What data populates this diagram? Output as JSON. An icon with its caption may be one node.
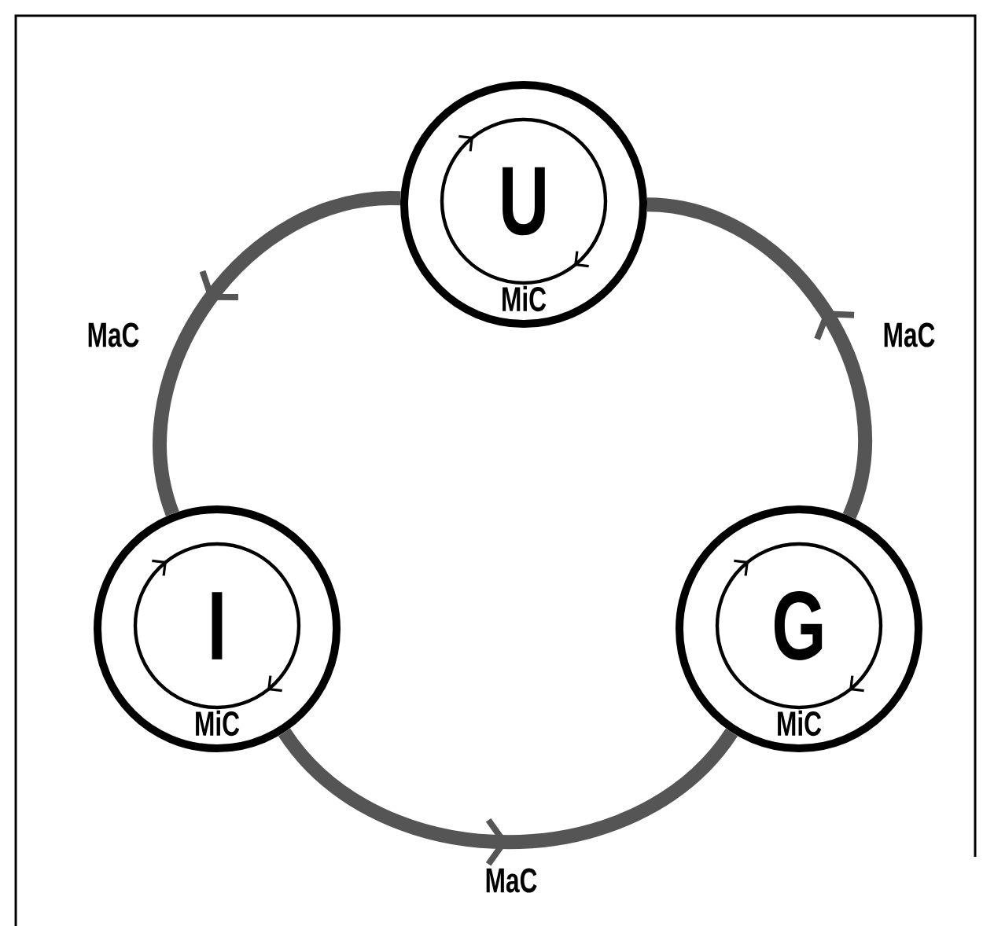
{
  "diagram": {
    "nodes": [
      {
        "text": [
          "MiC"
        ]
      },
      {
        "text": [
          "U"
        ],
        "in": 0
      },
      {
        "text": [
          "MiC"
        ]
      },
      {
        "text": [
          "I"
        ],
        "in": 2
      },
      {
        "text": [
          "MiC"
        ]
      },
      {
        "text": [
          "G"
        ],
        "in": 4
      }
    ],
    "edges": [
      {
        "from": 0,
        "to": 2,
        "arrow": "to",
        "label": "MaC"
      },
      {
        "from": 2,
        "to": 4,
        "arrow": "to",
        "label": "MaC"
      },
      {
        "from": 4,
        "to": 0,
        "arrow": "to",
        "label": "MaC"
      }
    ]
  }
}
